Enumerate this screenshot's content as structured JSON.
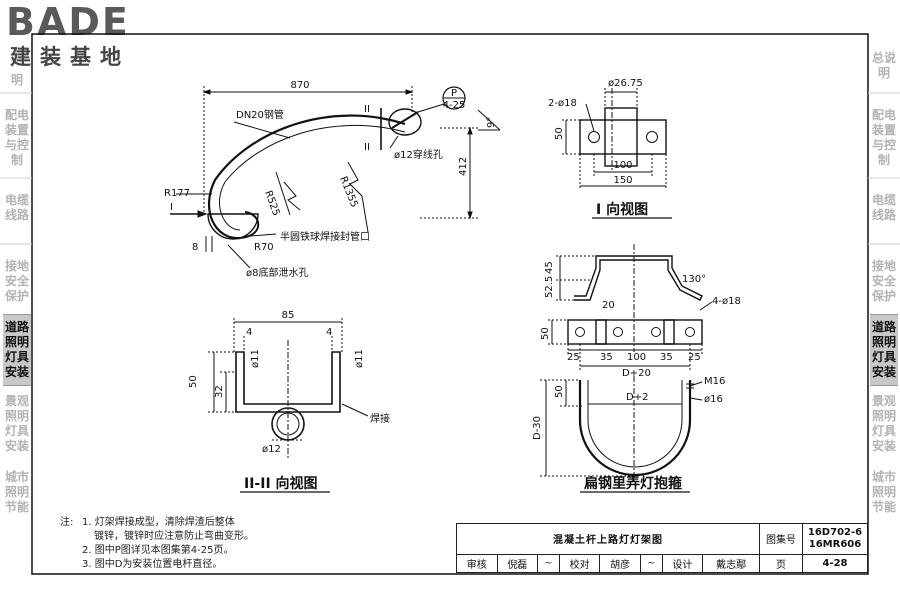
{
  "logo": {
    "brand": "BADE",
    "tagline": "建装基地"
  },
  "side_nav": [
    {
      "id": "overview",
      "label": "总说明",
      "active": false,
      "side": "right"
    },
    {
      "id": "power",
      "label": "配电装置与控制",
      "active": false
    },
    {
      "id": "cable",
      "label": "电缆线路",
      "active": false
    },
    {
      "id": "grounding",
      "label": "接地安全保护",
      "active": false
    },
    {
      "id": "road",
      "label": "道路照明灯具安装",
      "active": true
    },
    {
      "id": "landscape",
      "label": "景观照明灯具安装",
      "active": false
    },
    {
      "id": "city",
      "label": "城市照明节能",
      "active": false
    }
  ],
  "left_nav_top": "明",
  "drawings": {
    "main_arm": {
      "dim_width": "870",
      "pipe_label": "DN20钢管",
      "radius_r525": "R525",
      "radius_r1355": "R1355",
      "radius_r177": "R177",
      "radius_r70": "R70",
      "height_412": "412",
      "angle_9": "9°",
      "dim_8": "8",
      "hole_label": "ø12穿线孔",
      "cap_label": "半圆铁球焊接封管口",
      "drain_label": "ø8底部泄水孔",
      "section_mark": "II",
      "view_mark": "I",
      "detail_letter": "P",
      "detail_ref": "4-25"
    },
    "view_I": {
      "caption": "I 向视图",
      "dia_label": "ø26.75",
      "holes_label": "2-ø18",
      "dim_50": "50",
      "dim_100": "100",
      "dim_150": "150"
    },
    "view_II": {
      "caption": "II-II 向视图",
      "dim_85": "85",
      "dim_4a": "4",
      "dim_4b": "4",
      "dim_phi11a": "ø11",
      "dim_phi11b": "ø11",
      "dim_50": "50",
      "dim_32": "32",
      "weld_label": "焊接",
      "pipe_dia": "ø12"
    },
    "clamp": {
      "caption": "扁钢里弄灯抱箍",
      "dim_45": "45",
      "dim_525": "52.5",
      "dim_20": "20",
      "angle_130": "130°",
      "holes_label": "4-ø18",
      "dim_50": "50",
      "seg_25a": "25",
      "seg_35a": "35",
      "seg_100": "100",
      "seg_35b": "35",
      "seg_25b": "25",
      "dim_d20": "D+20",
      "dim_d2": "D+2",
      "dim_d30": "D-30",
      "dim_50b": "50",
      "bolt_label": "M16",
      "rod_label": "ø16"
    }
  },
  "notes": {
    "title": "注:",
    "lines": [
      "1. 灯架焊接成型，清除焊渣后整体",
      "镀锌，镀锌时应注意防止弯曲变形。",
      "2. 图中P图详见本图集第4-25页。",
      "3. 图中D为安装位置电杆直径。"
    ]
  },
  "title_block": {
    "title": "混凝土杆上路灯灯架图",
    "atlas_label": "图集号",
    "atlas_no_1": "16D702-6",
    "atlas_no_2": "16MR606",
    "review_label": "审核",
    "review_name": "倪磊",
    "check_label": "校对",
    "check_name": "胡彦",
    "design_label": "设计",
    "design_name": "戴志鄢",
    "page_label": "页",
    "page_no": "4-28"
  }
}
